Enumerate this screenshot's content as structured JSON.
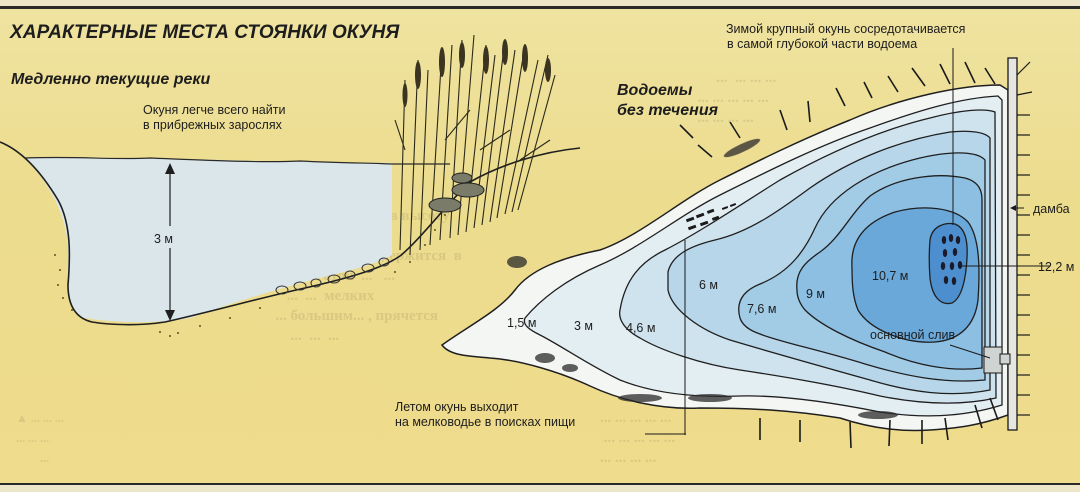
{
  "title": "ХАРАКТЕРНЫЕ МЕСТА СТОЯНКИ ОКУНЯ",
  "river": {
    "heading": "Медленно текущие реки",
    "note_line1": "Окуня легче всего найти",
    "note_line2": "в прибрежных зарослях",
    "depth_label": "3 м"
  },
  "pond": {
    "heading_line1": "Водоемы",
    "heading_line2": "без течения",
    "winter_note_line1": "Зимой крупный окунь сосредотачивается",
    "winter_note_line2": "в самой глубокой части водоема",
    "summer_note_line1": "Летом окунь выходит",
    "summer_note_line2": "на мелководье в поисках пищи",
    "dam_label": "дамба",
    "drain_label": "основной слив",
    "deepest_label": "12,2 м",
    "contours": [
      {
        "label": "1,5 м",
        "fill": "#f4f6f4"
      },
      {
        "label": "3 м",
        "fill": "#e3eef3"
      },
      {
        "label": "4,6 м",
        "fill": "#cfe3ee"
      },
      {
        "label": "6 м",
        "fill": "#b7d6ea"
      },
      {
        "label": "7,6 м",
        "fill": "#a2cbe6"
      },
      {
        "label": "9 м",
        "fill": "#8cbfe2"
      },
      {
        "label": "10,7 м",
        "fill": "#6aa8da"
      },
      {
        "label": "12,2 м",
        "fill": "#4d8fce"
      }
    ]
  },
  "colors": {
    "paper": "#eddc8e",
    "water_river": "#dbe6ea",
    "ink": "#1d1d1d"
  }
}
